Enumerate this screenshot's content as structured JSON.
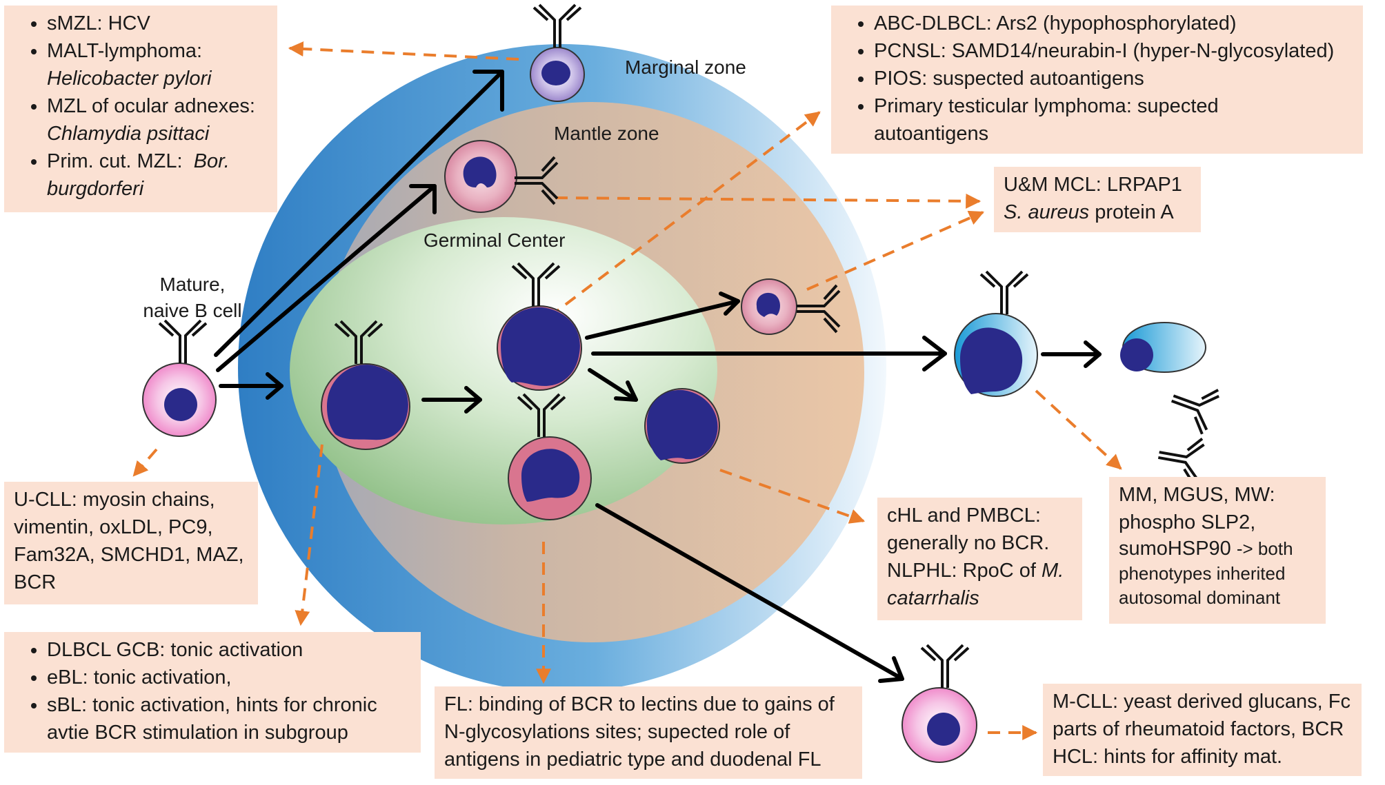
{
  "labels": {
    "marginal_zone": "Marginal zone",
    "mantle_zone": "Mantle zone",
    "germinal_center": "Germinal Center",
    "naive_b_cell_1": "Mature,",
    "naive_b_cell_2": "naive B cell"
  },
  "boxes": {
    "mzl": {
      "items": [
        {
          "text": "sMZL: HCV"
        },
        {
          "text": "MALT-lymphoma:",
          "italic": "Helicobacter pylori"
        },
        {
          "text": "MZL of ocular adnexes:",
          "italic": "Chlamydia psittaci"
        },
        {
          "text": "Prim. cut. MZL:",
          "italic_inline": "Bor.",
          "italic": "burgdorferi"
        }
      ]
    },
    "abc": {
      "items": [
        "ABC-DLBCL: Ars2 (hypophosphorylated)",
        "PCNSL: SAMD14/neurabin-I (hyper-N-glycosylated)",
        "PIOS: suspected autoantigens",
        "Primary testicular lymphoma:  supected",
        "autoantigens"
      ]
    },
    "mcl": {
      "line1": "U&M MCL: LRPAP1",
      "line2_italic": "S. aureus",
      "line2_rest": " protein A"
    },
    "ucll": {
      "lines": [
        "U-CLL: myosin chains,",
        "vimentin, oxLDL, PC9,",
        "Fam32A, SMCHD1, MAZ,",
        "BCR"
      ]
    },
    "dlbcl": {
      "items": [
        "DLBCL GCB: tonic activation",
        "eBL: tonic activation,",
        "sBL: tonic activation, hints for chronic",
        "avtie BCR stimulation in subgroup"
      ]
    },
    "fl": {
      "lines": [
        "FL: binding of BCR to lectins due to gains of",
        "N-glycosylations sites; supected role of",
        "antigens in pediatric type and duodenal FL"
      ]
    },
    "chl": {
      "line1": "cHL and PMBCL:",
      "line2": "generally no BCR.",
      "line3a": "NLPHL: RpoC of ",
      "line3b_italic": "M.",
      "line4_italic": "catarrhalis"
    },
    "mm": {
      "line1": "MM, MGUS, MW:",
      "line2": "phospho SLP2,",
      "line3a": "sumoHSP90 ",
      "line3b": "-> both",
      "line4": "phenotypes inherited",
      "line5": "autosomal dominant"
    },
    "mcll": {
      "lines": [
        "M-CLL: yeast derived glucans, Fc",
        "parts of rheumatoid factors, BCR",
        "HCL: hints for affinity mat."
      ]
    }
  },
  "colors": {
    "box_fill": "#fbe1d3",
    "dashed_arrow": "#ea7d2c",
    "solid_arrow": "#000000",
    "nucleus": "#2a2a8a",
    "cell_pink": "#d9758f",
    "outer_zone": "#2f7fc4",
    "mantle": "#e8bfa0",
    "germinal": "#b9d9a8",
    "plasma_cell": "#2ba8dc"
  }
}
